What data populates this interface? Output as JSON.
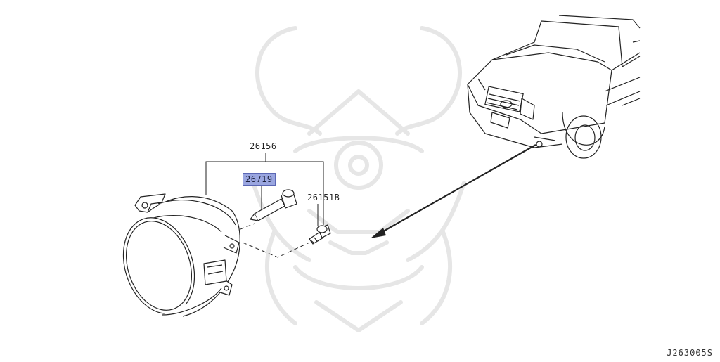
{
  "diagram": {
    "parts": [
      {
        "id": "bracket",
        "label": "26156",
        "highlight": false
      },
      {
        "id": "bulb",
        "label": "26719",
        "highlight": true
      },
      {
        "id": "screw",
        "label": "26151B",
        "highlight": false
      }
    ],
    "code": "J263005S",
    "colors": {
      "line": "#222222",
      "highlight_fill": "#9aa6e0",
      "highlight_border": "#5b67b4",
      "watermark": "#e6e6e6"
    },
    "watermark_icon": "samurai-helmet-watermark-icon"
  }
}
